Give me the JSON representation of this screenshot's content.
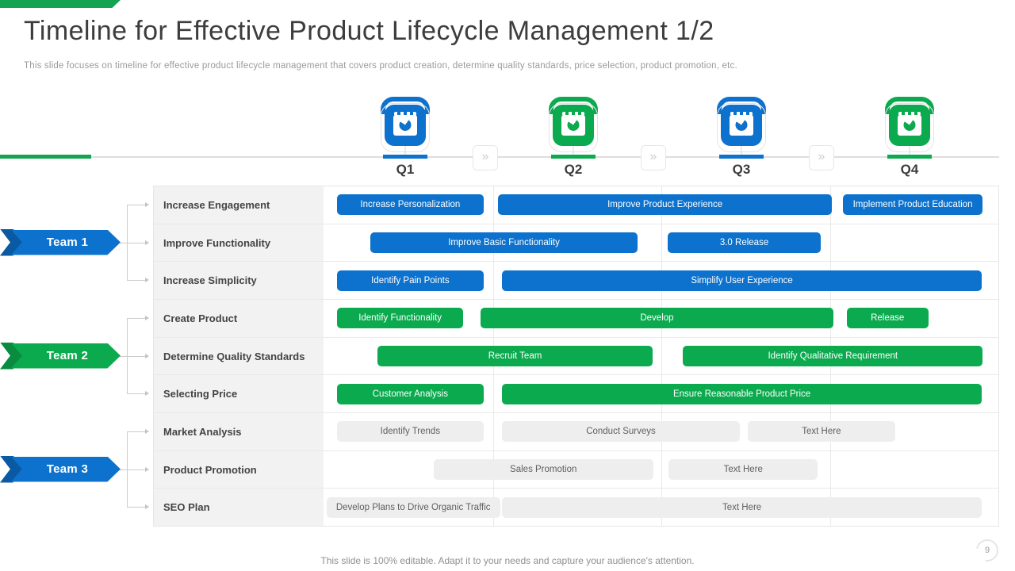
{
  "slide": {
    "title": "Timeline for Effective Product Lifecycle Management 1/2",
    "subtitle": "This slide focuses on timeline for effective product lifecycle management that covers product creation,  determine quality standards, price selection, product promotion, etc.",
    "footer": "This slide is 100% editable. Adapt it to your needs and capture your audience's attention.",
    "page_number": "9"
  },
  "colors": {
    "blue": "#0d72cd",
    "green": "#0caa4f",
    "blue_dark": "#0a5aa3",
    "green_dark": "#098c3f",
    "top_bar_green": "#14a351",
    "axis_line": "#dedede",
    "gray_bar": "#eeeeee",
    "gray_bar_text": "#5f5f5f",
    "label_cell_bg": "#f2f2f2",
    "grid_line": "#e9e9e9",
    "connector": "#cccccc"
  },
  "icons": {
    "quarter_marker": "calendar-pie-icon",
    "separator": "double-chevron-icon",
    "page_badge": "circular-arrows-icon"
  },
  "separator_glyph": "»",
  "quarters": [
    {
      "label": "Q1",
      "color": "blue"
    },
    {
      "label": "Q2",
      "color": "green"
    },
    {
      "label": "Q3",
      "color": "blue"
    },
    {
      "label": "Q4",
      "color": "green"
    }
  ],
  "teams": [
    {
      "label": "Team 1",
      "color": "blue",
      "rows": [
        0,
        1,
        2
      ]
    },
    {
      "label": "Team 2",
      "color": "green",
      "rows": [
        3,
        4,
        5
      ]
    },
    {
      "label": "Team 3",
      "color": "blue",
      "rows": [
        6,
        7,
        8
      ]
    }
  ],
  "rows": [
    {
      "label": "Increase Engagement",
      "bars": [
        {
          "text": "Increase Personalization",
          "style": "blue",
          "left_pct": 1.9,
          "width_pct": 21.7
        },
        {
          "text": "Improve Product Experience",
          "style": "blue",
          "left_pct": 25.8,
          "width_pct": 49.5
        },
        {
          "text": "Implement Product Education",
          "style": "blue",
          "left_pct": 76.9,
          "width_pct": 20.8
        }
      ]
    },
    {
      "label": "Improve Functionality",
      "bars": [
        {
          "text": "Improve Basic Functionality",
          "style": "blue",
          "left_pct": 6.8,
          "width_pct": 39.7
        },
        {
          "text": "3.0 Release",
          "style": "blue",
          "left_pct": 50.9,
          "width_pct": 22.8
        }
      ]
    },
    {
      "label": "Increase Simplicity",
      "bars": [
        {
          "text": "Identify Pain Points",
          "style": "blue",
          "left_pct": 1.9,
          "width_pct": 21.7
        },
        {
          "text": "Simplify User Experience",
          "style": "blue",
          "left_pct": 26.4,
          "width_pct": 71.1
        }
      ]
    },
    {
      "label": "Create Product",
      "bars": [
        {
          "text": "Identify Functionality",
          "style": "green",
          "left_pct": 1.9,
          "width_pct": 18.7
        },
        {
          "text": "Develop",
          "style": "green",
          "left_pct": 23.2,
          "width_pct": 52.3
        },
        {
          "text": "Release",
          "style": "green",
          "left_pct": 77.5,
          "width_pct": 12.1
        }
      ]
    },
    {
      "label": "Determine Quality Standards",
      "bars": [
        {
          "text": "Recruit Team",
          "style": "green",
          "left_pct": 7.9,
          "width_pct": 40.8
        },
        {
          "text": "Identify Qualitative Requirement",
          "style": "green",
          "left_pct": 53.2,
          "width_pct": 44.5
        }
      ]
    },
    {
      "label": "Selecting Price",
      "bars": [
        {
          "text": "Customer Analysis",
          "style": "green",
          "left_pct": 1.9,
          "width_pct": 21.7
        },
        {
          "text": "Ensure Reasonable Product Price",
          "style": "green",
          "left_pct": 26.4,
          "width_pct": 71.1
        }
      ]
    },
    {
      "label": "Market Analysis",
      "bars": [
        {
          "text": "Identify Trends",
          "style": "gray",
          "left_pct": 1.9,
          "width_pct": 21.7
        },
        {
          "text": "Conduct Surveys",
          "style": "gray",
          "left_pct": 26.4,
          "width_pct": 35.2
        },
        {
          "text": "Text Here",
          "style": "gray",
          "left_pct": 62.8,
          "width_pct": 21.9
        }
      ]
    },
    {
      "label": "Product Promotion",
      "bars": [
        {
          "text": "Sales Promotion",
          "style": "gray",
          "left_pct": 16.2,
          "width_pct": 32.6
        },
        {
          "text": "Text Here",
          "style": "gray",
          "left_pct": 51.1,
          "width_pct": 22.1
        }
      ]
    },
    {
      "label": "SEO Plan",
      "bars": [
        {
          "text": "Develop Plans to Drive Organic Traffic",
          "style": "gray",
          "left_pct": 0.3,
          "width_pct": 25.8
        },
        {
          "text": "Text Here",
          "style": "gray",
          "left_pct": 26.4,
          "width_pct": 71.1
        }
      ]
    }
  ]
}
